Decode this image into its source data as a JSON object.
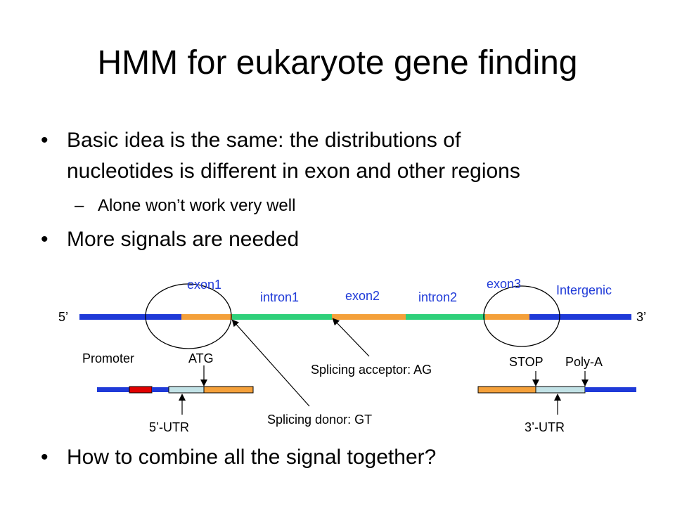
{
  "slide": {
    "title": "HMM for eukaryote gene finding",
    "bullets": [
      {
        "line1": "Basic idea is the same: the distributions of",
        "line2": "nucleotides is different in exon and other regions"
      },
      {
        "line1": "More signals are needed"
      },
      {
        "line1": "How to combine all the signal together?"
      }
    ],
    "sub_bullet": "Alone won’t work very well",
    "bullet_glyph": "•",
    "dash_glyph": "–"
  },
  "diagram": {
    "end_5": "5’",
    "end_3": "3’",
    "regions": {
      "exon1": "exon1",
      "intron1": "intron1",
      "exon2": "exon2",
      "intron2": "intron2",
      "exon3": "exon3",
      "intergenic": "Intergenic"
    },
    "signals": {
      "splicing_acceptor": "Splicing acceptor: AG",
      "splicing_donor": "Splicing donor: GT"
    },
    "left_detail": {
      "promoter": "Promoter",
      "atg": "ATG",
      "utr5": "5’-UTR"
    },
    "right_detail": {
      "stop": "STOP",
      "polya": "Poly-A",
      "utr3": "3’-UTR"
    },
    "colors": {
      "intergenic": "#1F3AD8",
      "exon": "#F4A03A",
      "intron": "#2FD07A",
      "promoter": "#E00000",
      "utr": "#C2E2E6",
      "region_label": "#1F3AD8"
    }
  }
}
